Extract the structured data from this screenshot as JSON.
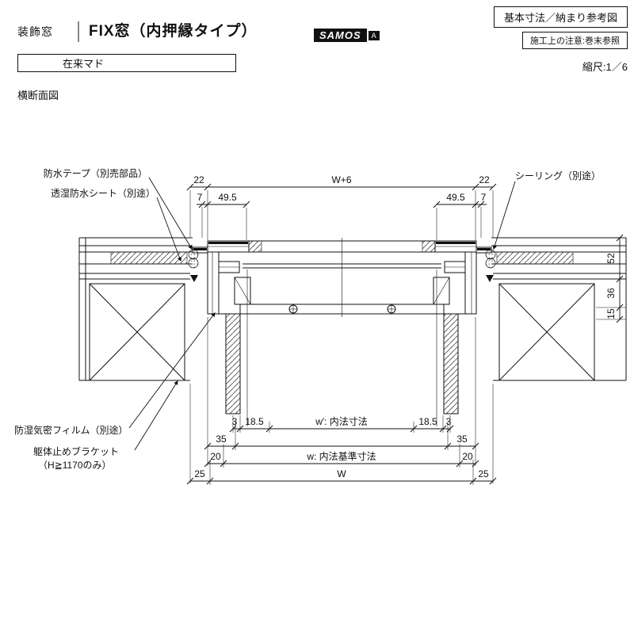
{
  "header": {
    "category": "装飾窓",
    "title": "FIX窓（内押縁タイプ）",
    "brand": "SAMOS",
    "brand_grade": "A",
    "ref_title": "基本寸法／納まり参考図",
    "construction_note": "施工上の注意:巻末参照",
    "scale": "縮尺:1／6",
    "window_type": "在来マド",
    "view_label": "横断面図"
  },
  "callouts": {
    "waterproof_tape": "防水テープ（別売部品）",
    "breathable_sheet": "透湿防水シート（別途）",
    "sealing": "シーリング（別途）",
    "vapor_film": "防湿気密フィルム（別途）",
    "bracket_line1": "躯体止めブラケット",
    "bracket_line2": "（H≧1170のみ）"
  },
  "dims": {
    "d22": "22",
    "w_plus6": "W+6",
    "d7": "7",
    "d49_5": "49.5",
    "d52": "52",
    "d36": "36",
    "d15": "15",
    "d3": "3",
    "d18_5": "18.5",
    "w_inner": "w′: 内法寸法",
    "d35": "35",
    "w_base": "w: 内法基準寸法",
    "d20": "20",
    "d25": "25",
    "w_overall": "W"
  }
}
